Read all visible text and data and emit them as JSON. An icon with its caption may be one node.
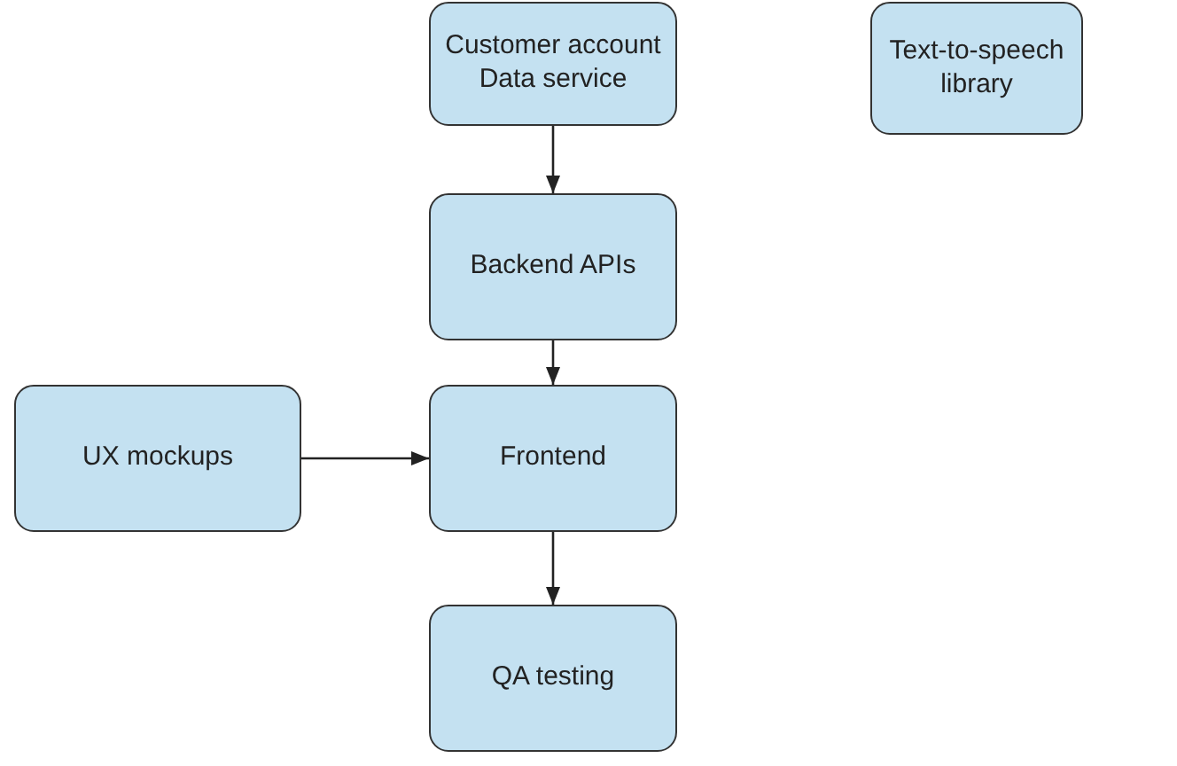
{
  "diagram": {
    "nodes": [
      {
        "text": [
          "Customer account Data service"
        ]
      },
      {
        "text": [
          "Text-to-speech library"
        ]
      },
      {
        "text": [
          "Backend APIs"
        ]
      },
      {
        "text": [
          "Frontend"
        ]
      },
      {
        "text": [
          "UX mockups"
        ]
      },
      {
        "text": [
          "QA testing"
        ]
      }
    ],
    "edges": [
      {
        "from": 0,
        "to": 2,
        "arrow": "to"
      },
      {
        "from": 2,
        "to": 3,
        "arrow": "to"
      },
      {
        "from": 4,
        "to": 3,
        "arrow": "to"
      },
      {
        "from": 3,
        "to": 5,
        "arrow": "to"
      }
    ]
  }
}
